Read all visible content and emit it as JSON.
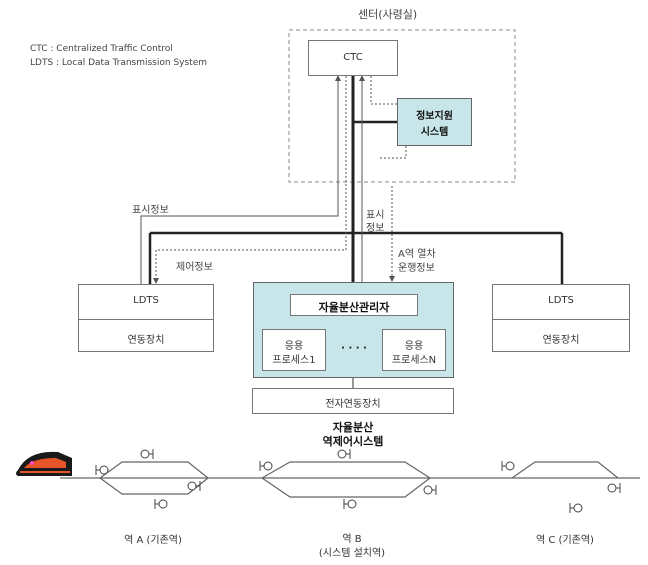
{
  "center": {
    "title": "센터(사령실)"
  },
  "legend": [
    "CTC  : Centralized Traffic Control",
    "LDTS : Local Data Transmission System"
  ],
  "ctc": {
    "label": "CTC"
  },
  "info_system": {
    "line1": "정보지원",
    "line2": "시스템"
  },
  "flows": {
    "display_info": "표시정보",
    "control_info": "제어정보",
    "display_info_2_line1": "표시",
    "display_info_2_line2": "정보",
    "a_station_line1": "A역 열차",
    "a_station_line2": "운행정보"
  },
  "ldts_left": {
    "title": "LDTS",
    "sub": "연동장치"
  },
  "ldts_right": {
    "title": "LDTS",
    "sub": "연동장치"
  },
  "manager": {
    "title": "자율분산관리자",
    "proc1_line1": "응용",
    "proc1_line2": "프로세스1",
    "dots": "· · · ·",
    "procN_line1": "응용",
    "procN_line2": "프로세스N"
  },
  "electronic_interlock": "전자연동장치",
  "system_name": {
    "line1": "자율분산",
    "line2": "역제어시스템"
  },
  "stations": {
    "a": "역 A (기존역)",
    "b_line1": "역 B",
    "b_line2": "(시스템 설치역)",
    "c": "역 C (기존역)"
  }
}
